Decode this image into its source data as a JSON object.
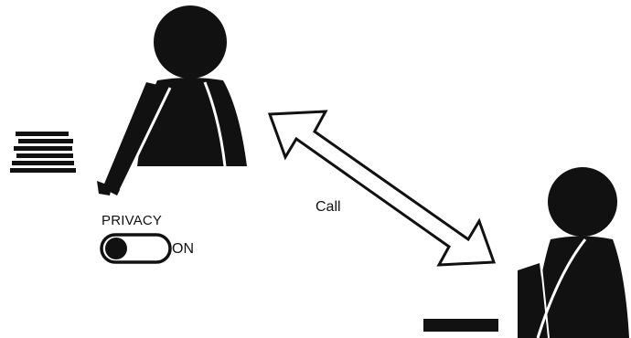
{
  "labels": {
    "privacy": "PRIVACY",
    "switch_state": "ON",
    "connection": "Call"
  },
  "icons": {
    "caller": "person-icon",
    "receiver": "person-icon",
    "papers": "stack-of-papers-icon",
    "arrow": "double-headed-arrow-icon",
    "toggle": "toggle-switch-icon",
    "desk": "desk-icon"
  },
  "colors": {
    "ink": "#111111",
    "background": "#ffffff"
  },
  "privacy_switch": {
    "state": "ON"
  }
}
